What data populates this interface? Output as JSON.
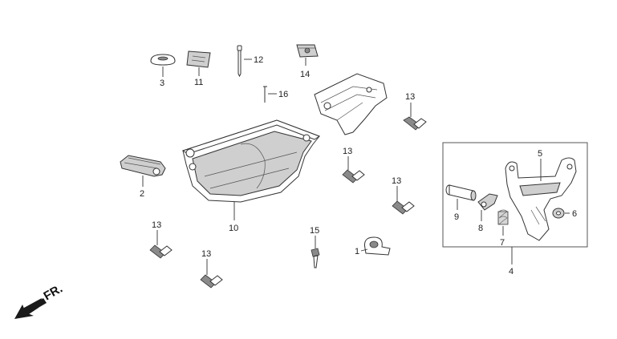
{
  "diagram": {
    "direction_label": "FR.",
    "callouts": {
      "p1": "1",
      "p2": "2",
      "p3": "3",
      "p4": "4",
      "p5": "5",
      "p6": "6",
      "p7": "7",
      "p8": "8",
      "p9": "9",
      "p10": "10",
      "p11": "11",
      "p12": "12",
      "p13": "13",
      "p14": "14",
      "p15": "15",
      "p16": "16"
    }
  }
}
